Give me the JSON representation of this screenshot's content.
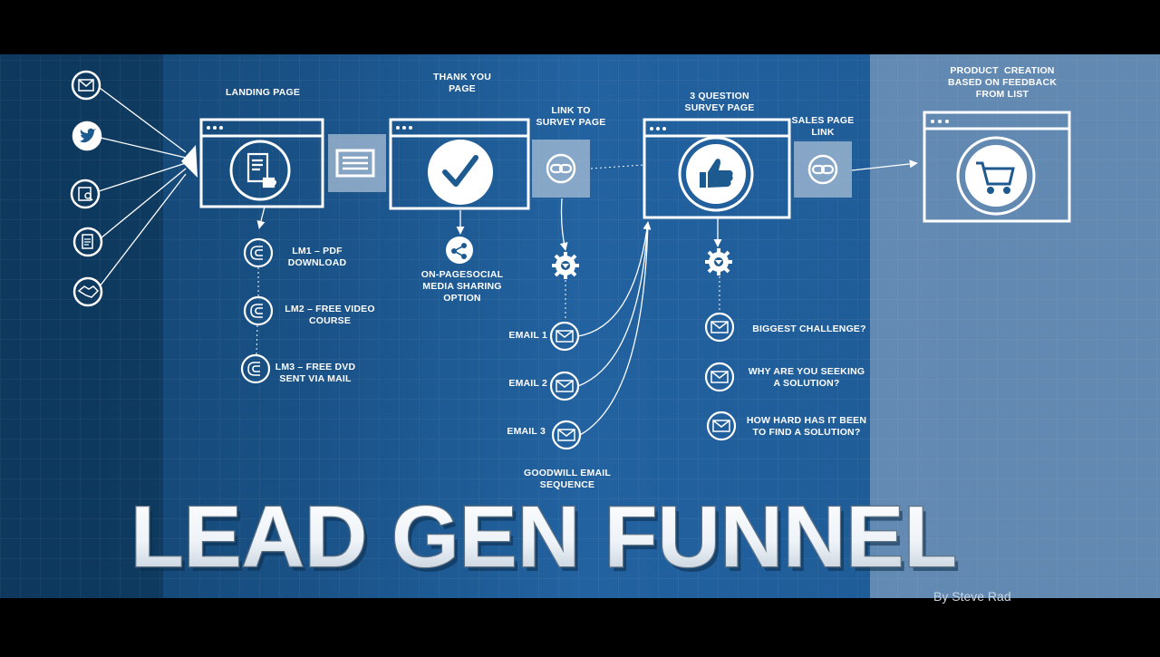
{
  "title": "LEAD GEN FUNNEL",
  "credit": "By Steve Rad",
  "colors": {
    "background_dark": "#0e3a63",
    "background_mid": "#1d5a8f",
    "panel_light": "#5f87ae",
    "line": "#ffffff",
    "tile": "#a9bfd6"
  },
  "sources": [
    {
      "icon": "email-icon"
    },
    {
      "icon": "twitter-icon"
    },
    {
      "icon": "search-page-icon"
    },
    {
      "icon": "document-icon"
    },
    {
      "icon": "handshake-icon"
    }
  ],
  "stages": {
    "landing_page": {
      "label": "LANDING PAGE",
      "icon": "document-coffee-icon"
    },
    "thank_you_page": {
      "label": "THANK YOU\nPAGE",
      "icon": "checkmark-icon"
    },
    "link_to_survey": {
      "label": "LINK TO\nSURVEY PAGE",
      "icon": "link-icon"
    },
    "survey_page": {
      "label": "3 QUESTION\nSURVEY PAGE",
      "icon": "thumbs-up-icon"
    },
    "sales_page_link": {
      "label": "SALES PAGE\nLINK",
      "icon": "link-icon"
    },
    "product_creation": {
      "label": "PRODUCT  CREATION\nBASED ON FEEDBACK\nFROM LIST",
      "icon": "shopping-cart-icon"
    }
  },
  "lead_magnets": [
    {
      "label": "LM1 – PDF\nDOWNLOAD",
      "icon": "magnet-icon"
    },
    {
      "label": "LM2 – FREE VIDEO\nCOURSE",
      "icon": "magnet-icon"
    },
    {
      "label": "LM3 – FREE DVD\nSENT VIA MAIL",
      "icon": "magnet-icon"
    }
  ],
  "sharing": {
    "label": "ON-PAGESOCIAL\nMEDIA SHARING\nOPTION",
    "icon": "share-icon"
  },
  "emails": [
    {
      "label": "EMAIL 1",
      "icon": "email-icon"
    },
    {
      "label": "EMAIL 2",
      "icon": "email-icon"
    },
    {
      "label": "EMAIL 3",
      "icon": "email-icon"
    }
  ],
  "email_sequence_label": "GOODWILL EMAIL\nSEQUENCE",
  "questions": [
    {
      "label": "BIGGEST CHALLENGE?",
      "icon": "email-icon"
    },
    {
      "label": "WHY ARE YOU SEEKING\nA SOLUTION?",
      "icon": "email-icon"
    },
    {
      "label": "HOW HARD HAS IT BEEN\nTO FIND A SOLUTION?",
      "icon": "email-icon"
    }
  ]
}
